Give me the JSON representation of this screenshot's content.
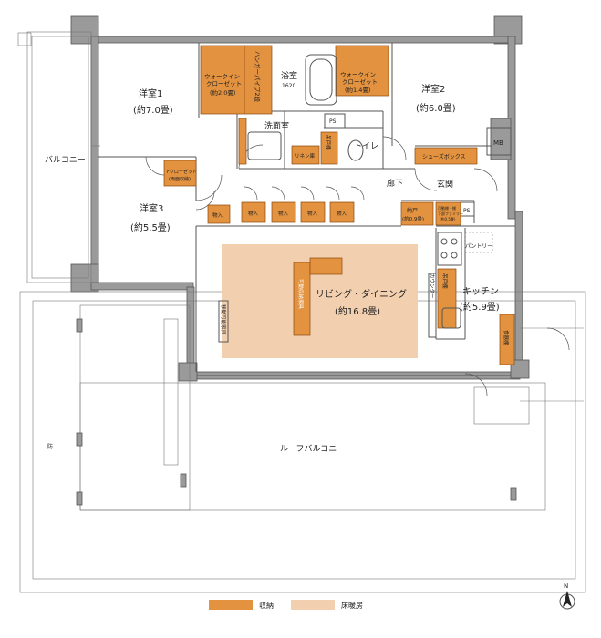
{
  "rooms": {
    "room1": {
      "name": "洋室1",
      "size": "(約7.0畳)"
    },
    "room2": {
      "name": "洋室2",
      "size": "(約6.0畳)"
    },
    "room3": {
      "name": "洋室3",
      "size": "(約5.5畳)"
    },
    "living": {
      "name": "リビング・ダイニング",
      "size": "(約16.8畳)"
    },
    "kitchen": {
      "name": "キッチン",
      "size": "(約5.9畳)"
    },
    "bath": {
      "name": "浴室",
      "sub": "1620"
    },
    "washroom": "洗面室",
    "toilet": "トイレ",
    "hallway": "廊下",
    "entrance": "玄関",
    "balcony": "バルコニー",
    "roof_balcony": "ルーフバルコニー",
    "mb": "MB",
    "ps1": "PS",
    "ps2": "PS",
    "pantry": "パントリー"
  },
  "storage": {
    "wic1": [
      "ウォークイン",
      "クローゼット",
      "(約2.0畳)"
    ],
    "wic2": [
      "ウォークイン",
      "クローゼット",
      "(約1.4畳)"
    ],
    "hanger_pipe": "ハンガーパイプ2段",
    "linen": "リネン庫",
    "toilet_storage": "吊戸棚",
    "shoes_box": "シューズボックス",
    "closet3": [
      "Fクローゼット",
      "(両面収納)"
    ],
    "nyuu": "物入",
    "nando": "納戸",
    "nando_size": "(約0.9畳)",
    "nando_b": [
      "可動棚・棚",
      "下部ファミリー",
      "(約0.5畳)"
    ],
    "counter": "カウンター",
    "shokki": "食器棚",
    "island": "可動収納家具",
    "nando_c": "吊戸棚",
    "movable": "移動可能家具"
  },
  "legend": [
    {
      "label": "収納",
      "color": "#e3923f"
    },
    {
      "label": "床暖房",
      "color": "#f2cfae"
    }
  ],
  "compass": "N",
  "side_note": "防"
}
